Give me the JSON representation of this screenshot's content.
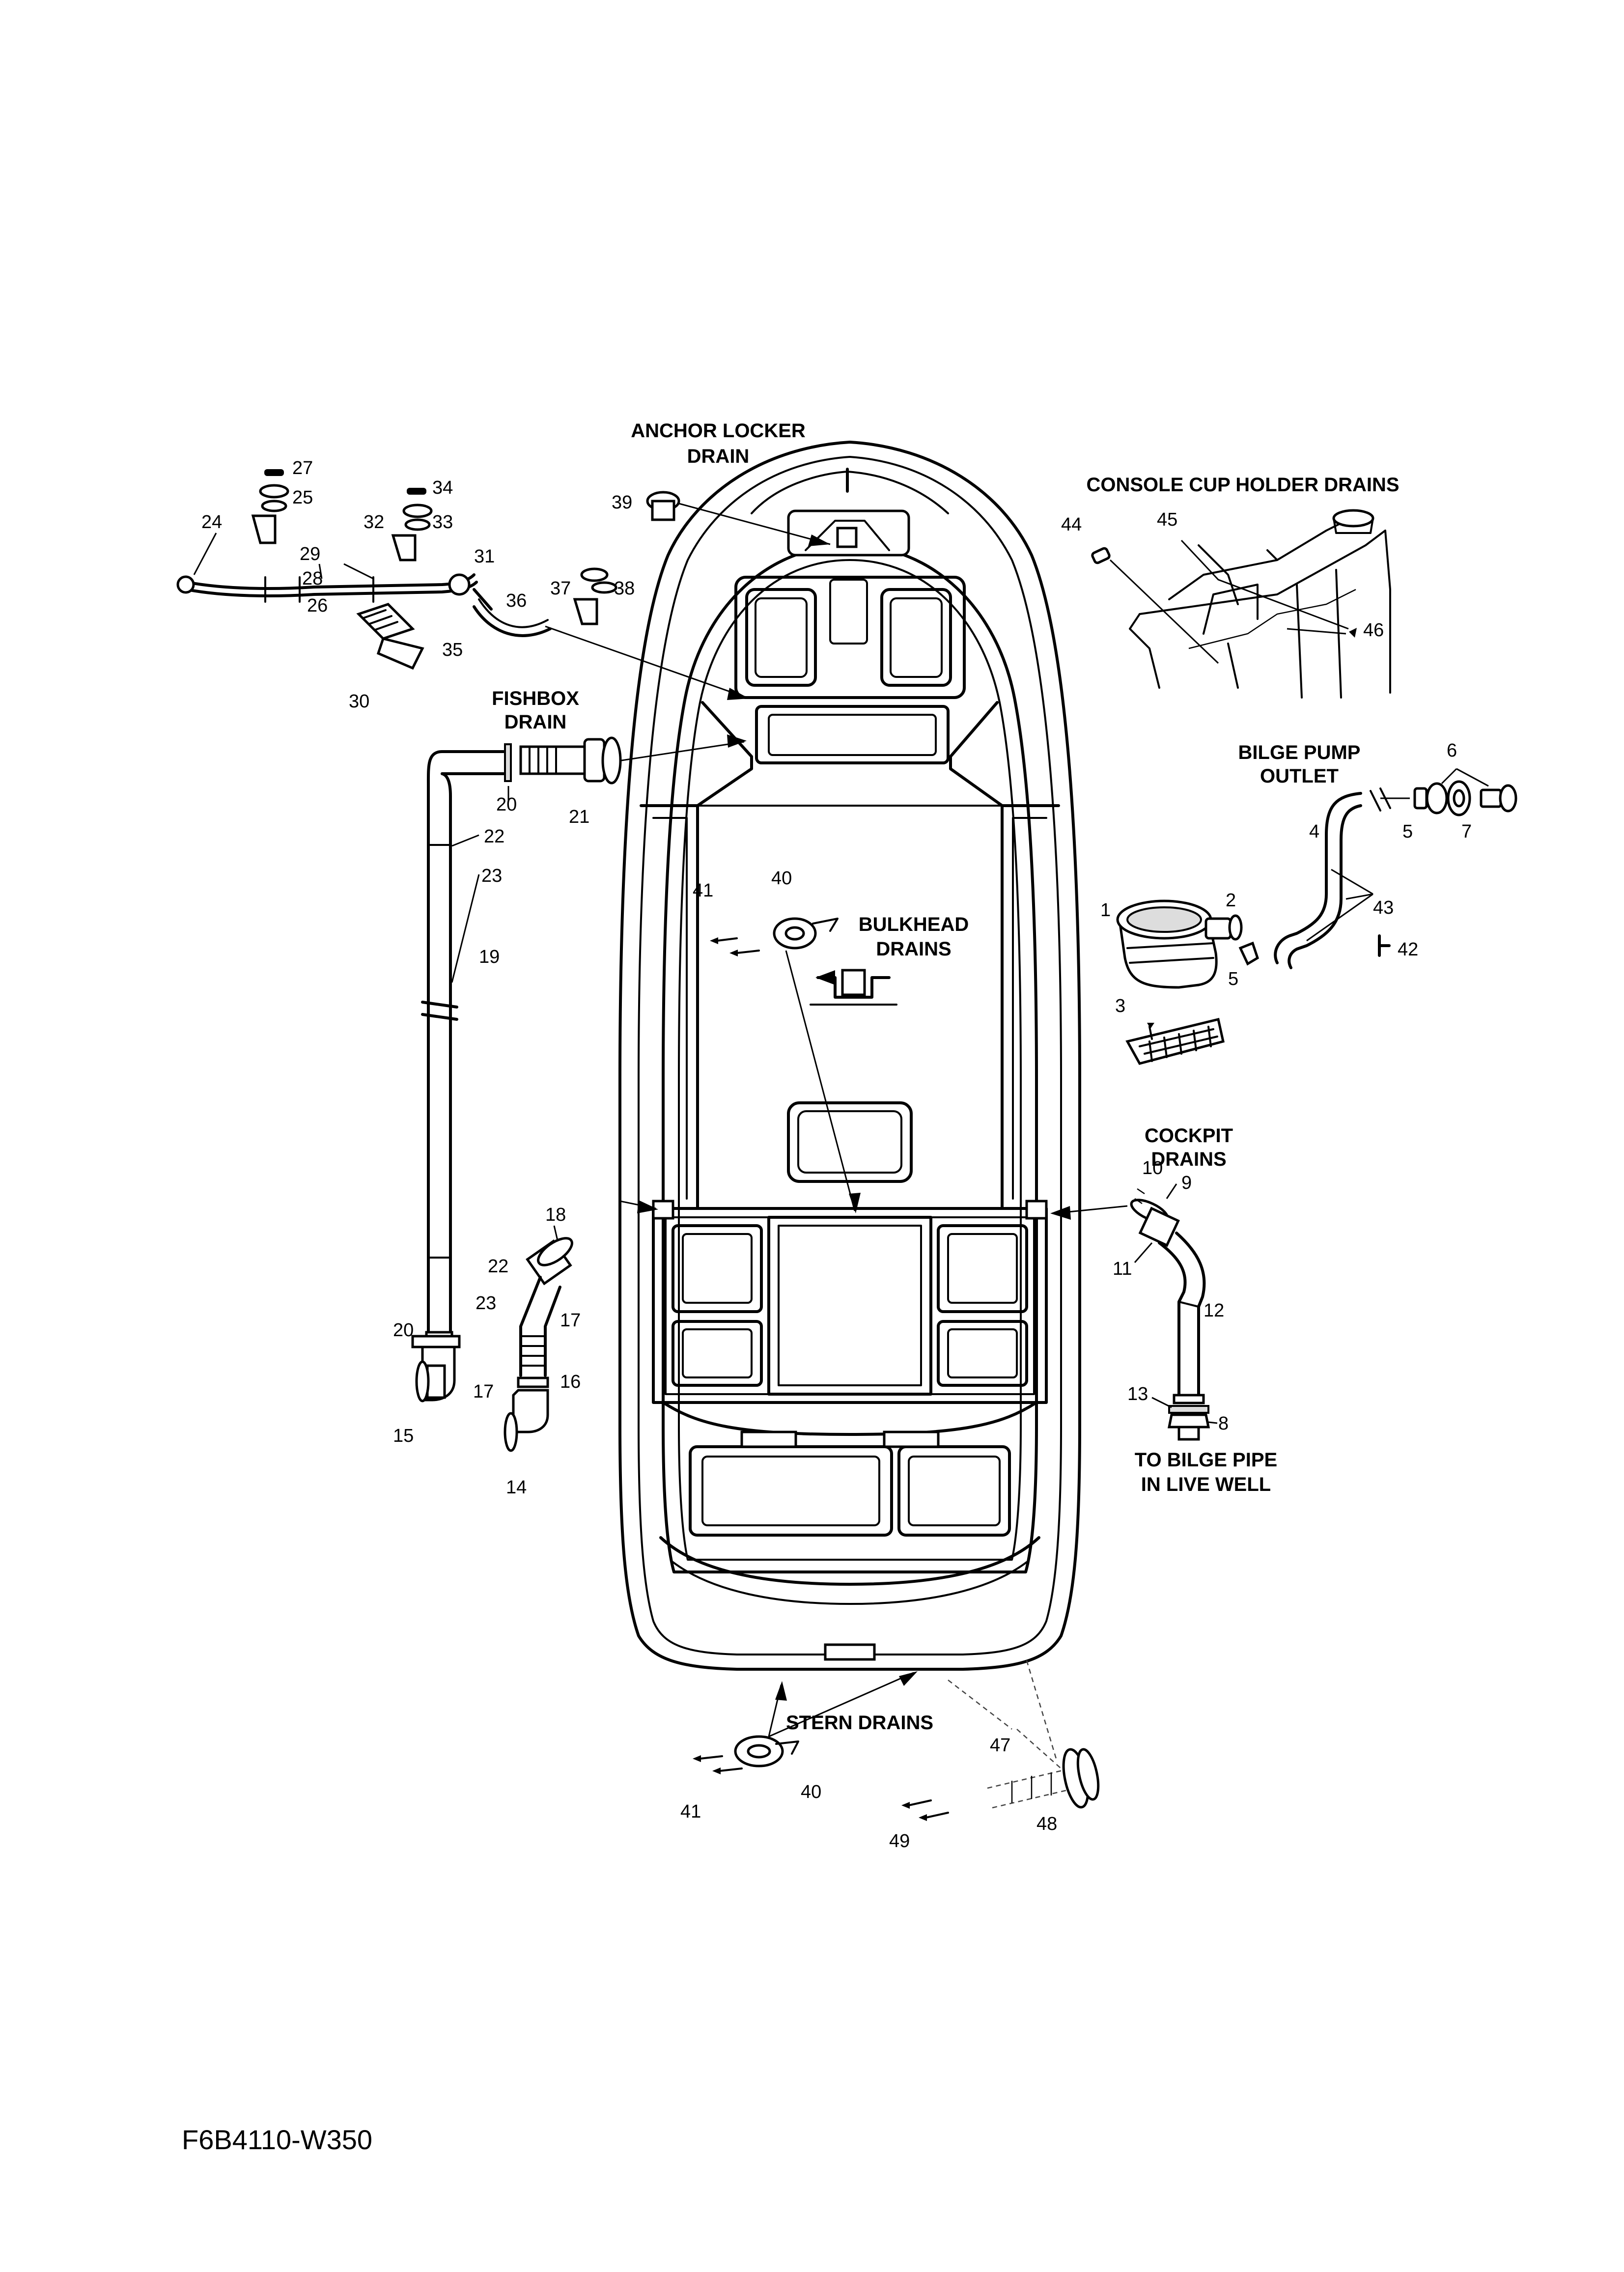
{
  "labels": {
    "anchor_locker_drain": [
      "ANCHOR LOCKER",
      "DRAIN"
    ],
    "console_cup_holder_drains": "CONSOLE CUP HOLDER DRAINS",
    "fishbox_drain": [
      "FISHBOX",
      "DRAIN"
    ],
    "bilge_pump_outlet": [
      "BILGE PUMP",
      "OUTLET"
    ],
    "bulkhead_drains": [
      "BULKHEAD",
      "DRAINS"
    ],
    "cockpit_drains": [
      "COCKPIT",
      "DRAINS"
    ],
    "to_bilge_pipe": [
      "TO BILGE PIPE",
      "IN LIVE WELL"
    ],
    "stern_drains": "STERN DRAINS"
  },
  "diagram_code": "F6B4110-W350",
  "part_numbers": {
    "n1": "1",
    "n2": "2",
    "n3": "3",
    "n4": "4",
    "n5a": "5",
    "n5b": "5",
    "n6": "6",
    "n7": "7",
    "n8": "8",
    "n9": "9",
    "n10": "10",
    "n11": "11",
    "n12": "12",
    "n13": "13",
    "n14": "14",
    "n15": "15",
    "n16": "16",
    "n17a": "17",
    "n17b": "17",
    "n18": "18",
    "n19": "19",
    "n20a": "20",
    "n20b": "20",
    "n21": "21",
    "n22a": "22",
    "n22b": "22",
    "n23a": "23",
    "n23b": "23",
    "n24": "24",
    "n25": "25",
    "n26": "26",
    "n27": "27",
    "n28": "28",
    "n29": "29",
    "n30": "30",
    "n31": "31",
    "n32": "32",
    "n33": "33",
    "n34": "34",
    "n35": "35",
    "n36": "36",
    "n37": "37",
    "n38": "38",
    "n39": "39",
    "n40a": "40",
    "n40b": "40",
    "n41a": "41",
    "n41b": "41",
    "n42": "42",
    "n43": "43",
    "n44": "44",
    "n45": "45",
    "n46": "46",
    "n47": "47",
    "n48": "48",
    "n49": "49"
  }
}
